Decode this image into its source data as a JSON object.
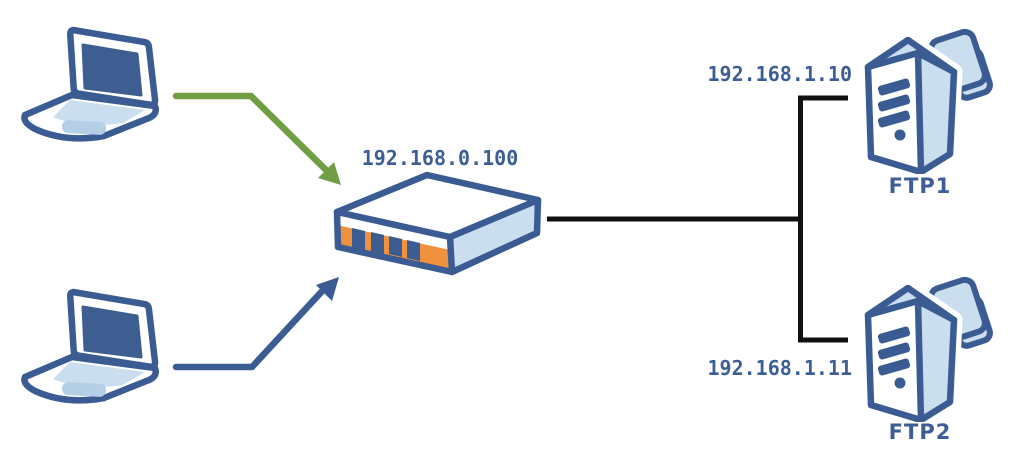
{
  "colors": {
    "outline-blue": "#3b5c92",
    "screen-blue": "#3e5e92",
    "light-blue": "#cbdeef",
    "light-blue-2": "#b5d0e6",
    "orange": "#f0913d",
    "green": "#6f9e44",
    "line-black": "#111111",
    "label-blue": "#3c5e94",
    "background": "#ffffff"
  },
  "nodes": {
    "client1": {
      "type": "laptop",
      "icon": "laptop-icon"
    },
    "client2": {
      "type": "laptop",
      "icon": "laptop-icon"
    },
    "switch": {
      "type": "network-switch",
      "icon": "network-switch-icon",
      "ip": "192.168.0.100"
    },
    "ftp1": {
      "type": "server",
      "icon": "server-icon",
      "ip": "192.168.1.10",
      "name": "FTP1"
    },
    "ftp2": {
      "type": "server",
      "icon": "server-icon",
      "ip": "192.168.1.11",
      "name": "FTP2"
    }
  },
  "connections": [
    {
      "from": "client1",
      "to": "switch",
      "style": "green-arrow"
    },
    {
      "from": "client2",
      "to": "switch",
      "style": "blue-arrow"
    },
    {
      "from": "switch",
      "to": "ftp1",
      "style": "black-line"
    },
    {
      "from": "switch",
      "to": "ftp2",
      "style": "black-line"
    }
  ]
}
